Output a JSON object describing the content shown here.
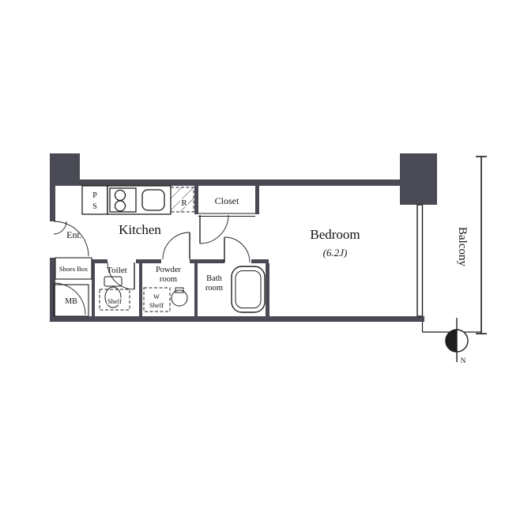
{
  "figure": {
    "type": "apartment-floor-plan"
  },
  "colors": {
    "wall": "#4a4a54",
    "line": "#1f1f1f",
    "text": "#121212"
  },
  "rooms": {
    "kitchen": {
      "label": "Kitchen"
    },
    "bedroom": {
      "label": "Bedroom",
      "size": "(6.2J)"
    },
    "balcony": {
      "label": "Balcony"
    },
    "closet": {
      "label": "Closet"
    },
    "entrance": {
      "label": "Ent."
    },
    "shoes_box": {
      "label": "Shoes Box"
    },
    "meter_box": {
      "label": "MB"
    },
    "pipe_space": {
      "line1": "P",
      "line2": "S"
    },
    "toilet": {
      "label": "Toilet",
      "shelf": "Shelf"
    },
    "powder_room": {
      "line1": "Powder",
      "line2": "room",
      "shelf_line1": "W",
      "shelf_line2": "Shelf"
    },
    "bath_room": {
      "line1": "Bath",
      "line2": "room"
    },
    "refrigerator": {
      "label": "R"
    }
  },
  "compass": {
    "north": "N"
  }
}
